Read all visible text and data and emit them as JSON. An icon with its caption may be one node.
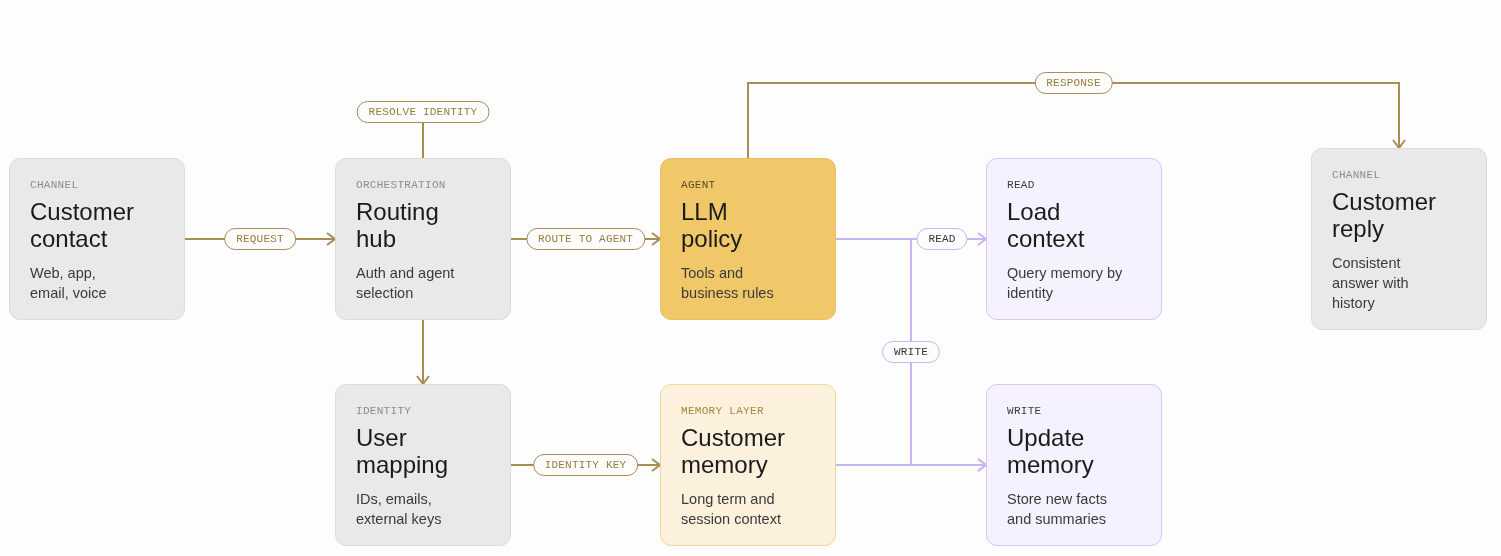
{
  "diagram": {
    "nodes": [
      {
        "text": [
          "CHANNEL",
          "Customer contact",
          "Web, app, email, voice"
        ]
      },
      {
        "text": [
          "ORCHESTRATION",
          "Routing hub",
          "Auth and agent selection"
        ]
      },
      {
        "text": [
          "AGENT",
          "LLM policy",
          "Tools and business rules"
        ]
      },
      {
        "text": [
          "READ",
          "Load context",
          "Query memory by identity"
        ]
      },
      {
        "text": [
          "CHANNEL",
          "Customer reply",
          "Consistent answer with history"
        ]
      },
      {
        "text": [
          "IDENTITY",
          "User mapping",
          "IDs, emails, external keys"
        ]
      },
      {
        "text": [
          "MEMORY LAYER",
          "Customer memory",
          "Long term and session context"
        ]
      },
      {
        "text": [
          "WRITE",
          "Update memory",
          "Store new facts and summaries"
        ]
      }
    ],
    "edges": [
      {
        "from": 0,
        "to": 1,
        "arrow": "to",
        "label": "REQUEST"
      },
      {
        "from": 1,
        "to": 2,
        "arrow": "to",
        "label": "ROUTE TO AGENT"
      },
      {
        "from": null,
        "to": 1,
        "arrow": "none",
        "label": "RESOLVE IDENTITY"
      },
      {
        "from": 1,
        "to": 5,
        "arrow": "to"
      },
      {
        "from": 5,
        "to": 6,
        "arrow": "to",
        "label": "IDENTITY KEY"
      },
      {
        "from": 2,
        "to": 4,
        "arrow": "to",
        "label": "RESPONSE"
      },
      {
        "from": 2,
        "to": 3,
        "arrow": "to",
        "label": "READ",
        "color": "#c9b5f2"
      },
      {
        "from": 2,
        "to": 7,
        "arrow": "to",
        "label": "WRITE",
        "color": "#c9b5f2"
      },
      {
        "from": 6,
        "to": 7,
        "arrow": "to",
        "color": "#c9b5f2"
      }
    ]
  }
}
